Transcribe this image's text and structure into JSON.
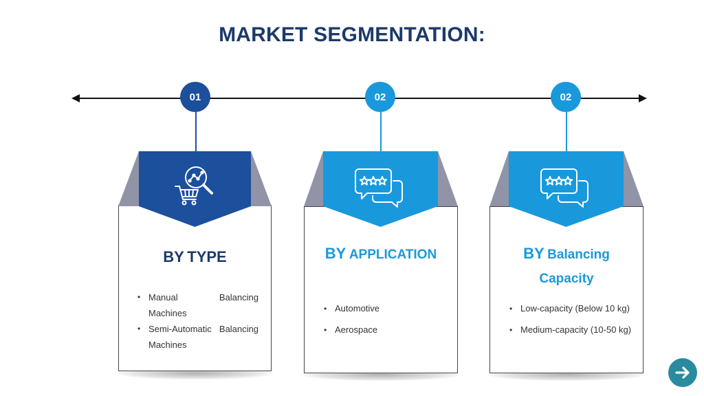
{
  "title": "MARKET SEGMENTATION:",
  "colors": {
    "title": "#1c3a6b",
    "dark_blue": "#1c4f9c",
    "light_blue": "#1a98dc",
    "grey_wing": "#9094a6",
    "line": "#111111",
    "nav_button": "#2a8aa0"
  },
  "timeline": {
    "nodes": [
      "01",
      "02",
      "02"
    ]
  },
  "segments": [
    {
      "heading_prefix": "BY",
      "heading_rest": "TYPE",
      "icon": "shopping-cart-analytics-icon",
      "items": [
        "Manual Balancing Machines",
        "Semi-Automatic Balancing Machines"
      ]
    },
    {
      "heading_prefix": "BY",
      "heading_rest": "APPLICATION",
      "icon": "rating-chat-bubbles-icon",
      "items": [
        "Automotive",
        "Aerospace"
      ]
    },
    {
      "heading_prefix": "BY",
      "heading_rest_line1": "Balancing",
      "heading_rest_line2": "Capacity",
      "icon": "rating-chat-bubbles-icon",
      "items": [
        "Low-capacity (Below 10 kg)",
        "Medium-capacity (10-50 kg)"
      ]
    }
  ],
  "nav": {
    "icon": "arrow-right-icon"
  }
}
